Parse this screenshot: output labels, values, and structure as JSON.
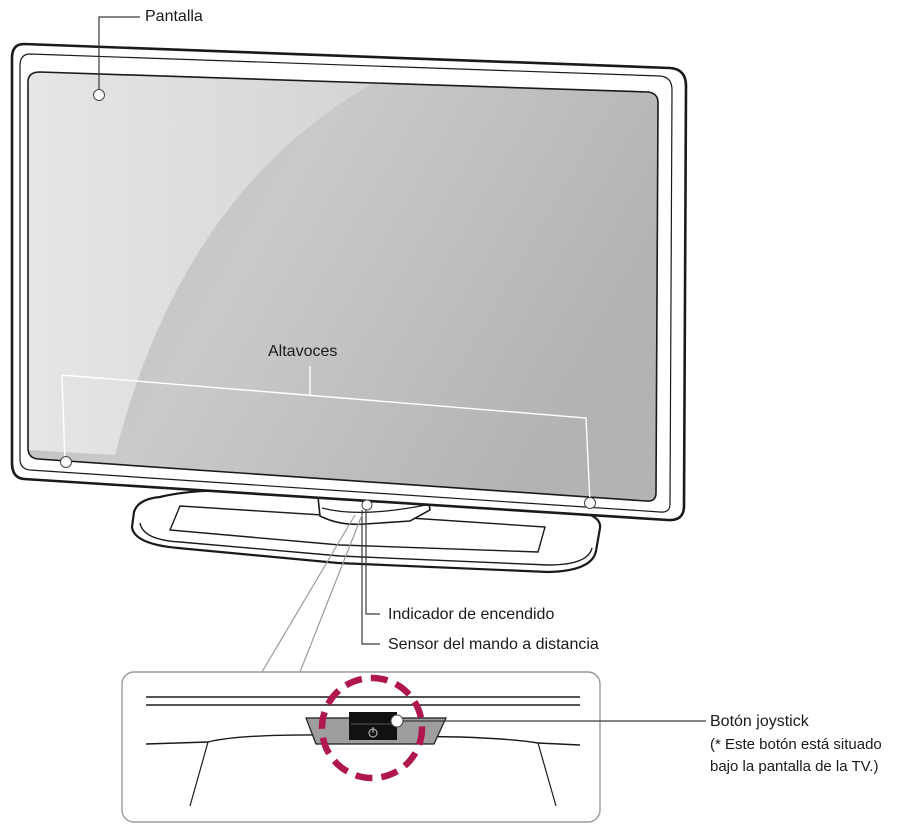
{
  "labels": {
    "screen": "Pantalla",
    "speakers": "Altavoces",
    "power_indicator": "Indicador de encendido",
    "remote_sensor": "Sensor del mando a distancia",
    "joystick_button": "Botón joystick",
    "joystick_note_line1": "(* Este botón está situado",
    "joystick_note_line2": "bajo la pantalla de la TV.)"
  },
  "colors": {
    "outline": "#1a1a1a",
    "screen_gray": "#c4c4c4",
    "screen_light": "#e4e4e4",
    "callout_gray": "#9a9a9a",
    "highlight_dash": "#b0174f"
  }
}
